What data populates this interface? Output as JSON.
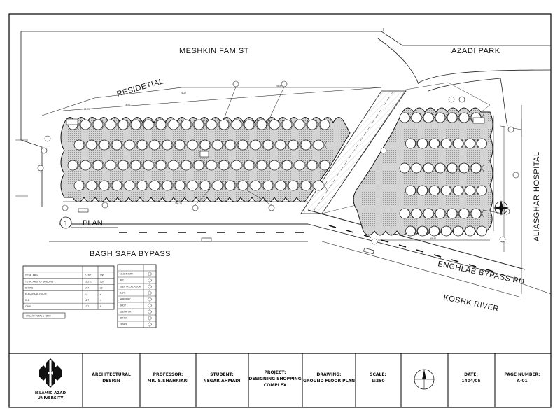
{
  "streets": {
    "north": "MESHKIN FAM ST",
    "park": "AZADI PARK",
    "residential": "RESIDETIAL",
    "bypass_south": "BAGH SAFA BYPASS",
    "bypass_east": "ENGHLAB BYPASS RD",
    "river": "KOSHK RIVER",
    "hospital": "ALIASGHAR HOSPITAL"
  },
  "plan_label": {
    "number": "1",
    "text": "PLAN"
  },
  "dimensions": {
    "top_a": "21.20",
    "top_b": "18.00",
    "top_c": "21.20",
    "top_d": "36.57",
    "bottom_left": "180.28",
    "bottom_right": "66.42"
  },
  "area_table": {
    "rows": [
      [
        "TOTAL AREA",
        "7.476*",
        "100"
      ],
      [
        "TOTAL AREA OF BUILDING",
        "19.271",
        "25.6"
      ],
      [
        "SHOPS",
        "14.7",
        "22"
      ],
      [
        "ELECTRICAL ROOM",
        "1.4",
        "2"
      ],
      [
        "W.C",
        "12.7",
        "4"
      ],
      [
        "CAFE",
        "13.7",
        "8"
      ]
    ],
    "note": "AREA IN TOTAL 1 : 2500"
  },
  "legend_table": {
    "rows": [
      "MACHINERY",
      "W.C",
      "ELECTRICAL ROOM",
      "CAFE",
      "NURSERY",
      "SHOP",
      "ELEVATOR",
      "BENCH",
      "FENCE"
    ]
  },
  "title_block": {
    "university": [
      "ISLAMIC AZAD",
      "UNIVERSITY"
    ],
    "course": [
      "ARCHITECTURAL",
      "DESIGN"
    ],
    "professor": [
      "PROFESSOR:",
      "MR. S.SHAHRIARI"
    ],
    "student": [
      "STUDENT:",
      "NEGAR AHMADI"
    ],
    "project": [
      "PROJECT:",
      "DESIGNING SHOPPING",
      "COMPLEX"
    ],
    "drawing": [
      "DRAWING:",
      "GROUND FLOOR PLAN"
    ],
    "scale": [
      "SCALE:",
      "1:250"
    ],
    "date": [
      "DATE:",
      "1404/05"
    ],
    "sheet": [
      "PAGE NUMBER:",
      "A-01"
    ]
  }
}
